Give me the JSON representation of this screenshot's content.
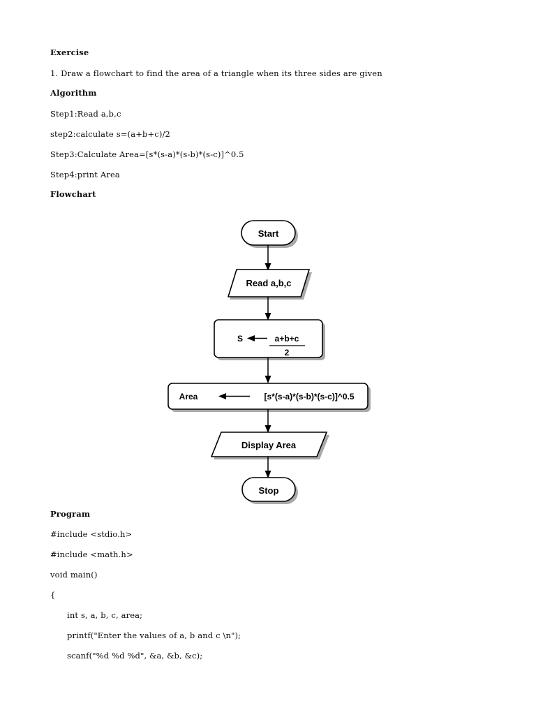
{
  "document": {
    "heading_exercise": "Exercise",
    "question": "1. Draw a flowchart to find the area of a triangle when its three sides are given",
    "heading_algorithm": "Algorithm",
    "algorithm_steps": [
      "Step1:Read a,b,c",
      "step2:calculate s=(a+b+c)/2",
      "Step3:Calculate Area=[s*(s-a)*(s-b)*(s-c)]^0.5",
      "Step4:print Area"
    ],
    "heading_flowchart": "Flowchart",
    "heading_program": "Program",
    "program_lines": [
      {
        "text": "#include <stdio.h>",
        "indent": false
      },
      {
        "text": "#include <math.h>",
        "indent": false
      },
      {
        "text": "void main()",
        "indent": false
      },
      {
        "text": "{",
        "indent": false
      },
      {
        "text": "int s, a, b, c, area;",
        "indent": true
      },
      {
        "text": "printf(\"Enter the values of a, b and c \\n\");",
        "indent": true
      },
      {
        "text": "scanf(\"%d %d %d\", &a, &b, &c);",
        "indent": true
      }
    ]
  },
  "flowchart": {
    "nodes": {
      "start": {
        "label": "Start",
        "shape": "terminator"
      },
      "read": {
        "label": "Read a,b,c",
        "shape": "parallelogram"
      },
      "compute_s": {
        "shape": "process",
        "target": "S",
        "operator": "arrow-left",
        "numerator": "a+b+c",
        "denominator": "2"
      },
      "compute_area": {
        "shape": "process",
        "target": "Area",
        "operator": "arrow-left",
        "expression": "[s*(s-a)*(s-b)*(s-c)]^0.5"
      },
      "display": {
        "label": "Display Area",
        "shape": "parallelogram"
      },
      "stop": {
        "label": "Stop",
        "shape": "terminator"
      }
    },
    "edges": [
      {
        "from": "start",
        "to": "read"
      },
      {
        "from": "read",
        "to": "compute_s"
      },
      {
        "from": "compute_s",
        "to": "compute_area"
      },
      {
        "from": "compute_area",
        "to": "display"
      },
      {
        "from": "display",
        "to": "stop"
      }
    ],
    "colors": {
      "stroke": "#000000",
      "fill": "#ffffff",
      "shadow": "#9a9a9a"
    }
  }
}
